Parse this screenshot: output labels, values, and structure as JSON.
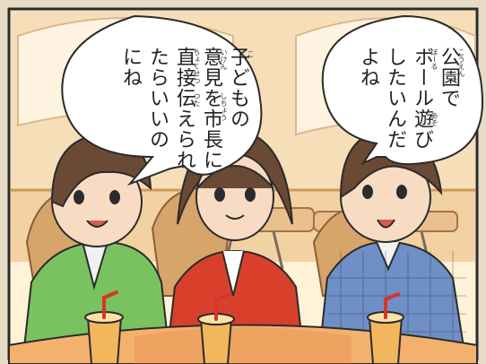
{
  "speech_left": {
    "lines": [
      "子どもの",
      "意見を市長に",
      "直接伝えられ",
      "たらいいの",
      "にね"
    ],
    "furigana": {
      "ko": "こ",
      "iken": "いけん",
      "shichou": "しちょう",
      "chokusetsu_tsuta": "ちょくせつ つた"
    }
  },
  "speech_right": {
    "lines": [
      "公園で",
      "ボール遊び",
      "したいんだ",
      "よね"
    ],
    "furigana": {
      "kouen": "こうえん",
      "booru": "ぼーる",
      "asobi": "あそ"
    }
  },
  "colors": {
    "outline": "#2b2b2b",
    "left_child_shirt": "#79c25f",
    "middle_child_jacket": "#d9402c",
    "right_child_shirt": "#6f8fc7",
    "hair": "#6b4a35",
    "skin": "#f7dcc3",
    "wall_frame": "#dbb27e",
    "drink_red_straw": "#d7352b"
  }
}
